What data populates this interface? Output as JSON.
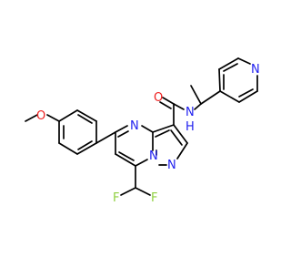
{
  "diagram": {
    "type": "chemical-structure",
    "atom_labels": {
      "o_methoxy": "O",
      "o_carbonyl": "O",
      "n_amide": "N",
      "h_amide": "H",
      "n_pyrimidine": "N",
      "n_bridge": "N",
      "n_pyrazole": "N",
      "n_pyridine": "N",
      "f_left": "F",
      "f_right": "F"
    },
    "colors": {
      "bond": "#000000",
      "nitrogen": "#1f1fef",
      "oxygen": "#ef1f1f",
      "fluorine": "#8fcf3f",
      "background": "#ffffff"
    }
  }
}
